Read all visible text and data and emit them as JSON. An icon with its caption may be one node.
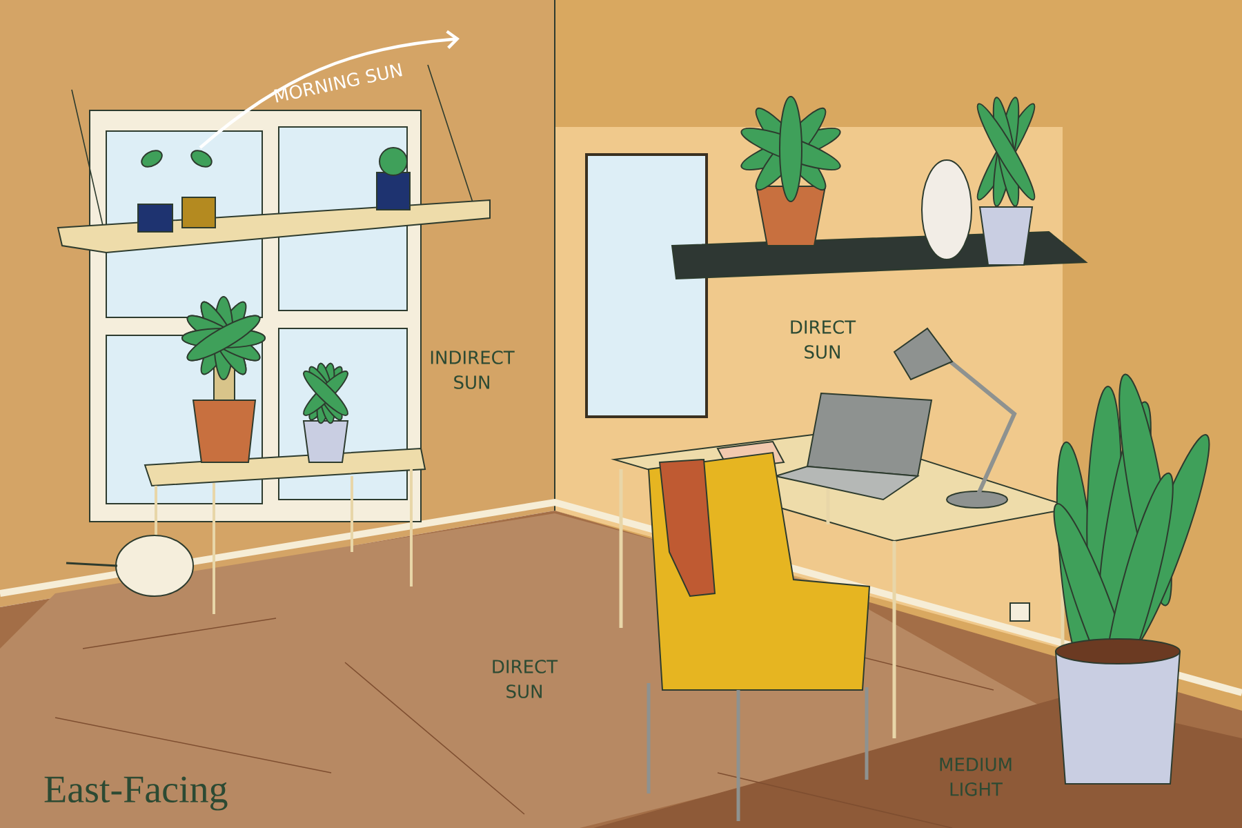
{
  "diagram": {
    "title": "East-Facing",
    "labels": [
      "MORNING SUN",
      "INDIRECT SUN",
      "DIRECT SUN",
      "DIRECT SUN",
      "MEDIUM LIGHT"
    ]
  }
}
